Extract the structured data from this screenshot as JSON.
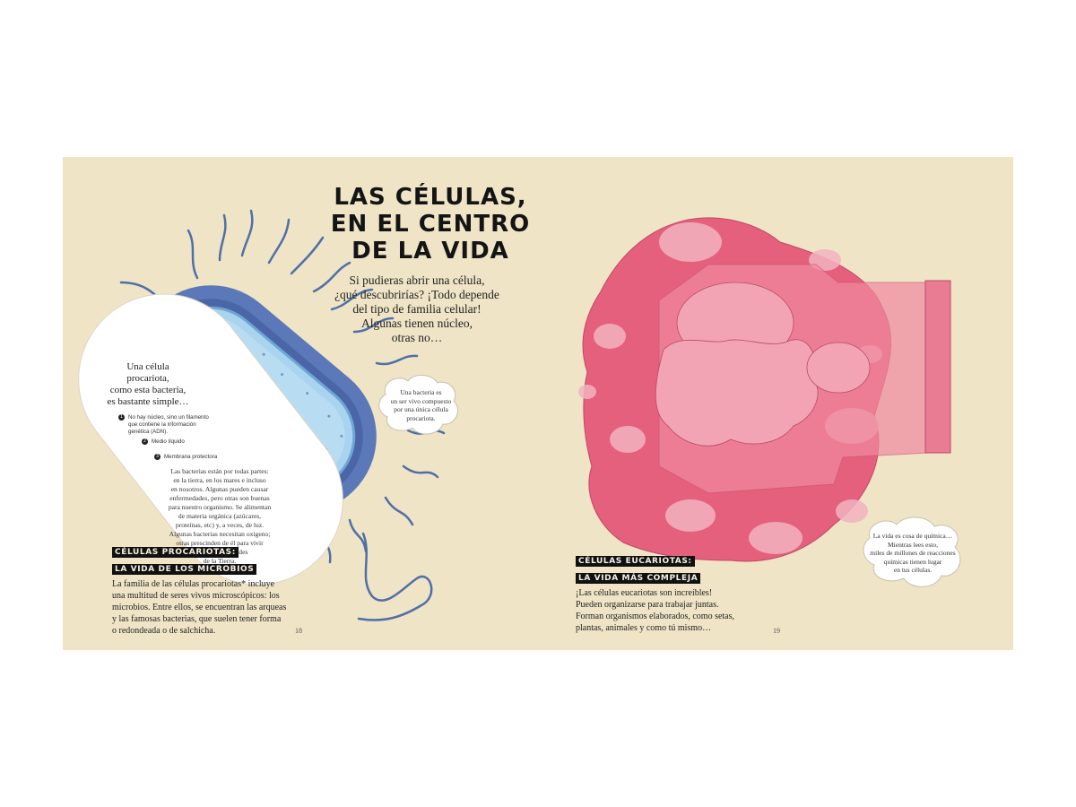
{
  "title": [
    "LAS CÉLULAS,",
    "EN EL CENTRO",
    "DE LA VIDA"
  ],
  "intro": [
    "Si pudieras abrir una célula,",
    "¿qué descubrirías? ¡Todo depende",
    "del tipo de familia celular!",
    "Algunas tienen núcleo,",
    "otras no…"
  ],
  "cloud_bacteria": [
    "Una bacteria es",
    "un ser vivo compuesto",
    "por una única célula",
    "procariota."
  ],
  "popup": {
    "title": [
      "Una célula",
      "procariota,",
      "como esta bacteria,",
      "es bastante simple…"
    ],
    "legend": [
      {
        "num": "1",
        "lines": [
          "No hay núcleo, sino un filamento",
          "que contiene la información",
          "genética (ADN)."
        ]
      },
      {
        "num": "2",
        "lines": [
          "Medio líquido"
        ]
      },
      {
        "num": "3",
        "lines": [
          "Membrana protectora"
        ]
      }
    ],
    "paragraph": [
      "Las bacterias están por todas partes:",
      "en la tierra, en los mares e incluso",
      "en nosotros. Algunas pueden causar",
      "enfermedades, pero otras son buenas",
      "para nuestro organismo. Se alimentan",
      "de materia orgánica (azúcares,",
      "proteínas, etc) y, a veces, de luz.",
      "Algunas bacterias necesitan oxígeno;",
      "otras prescinden de él para vivir",
      "en las profundidades",
      "de la Tierra."
    ]
  },
  "left_section": {
    "heading": [
      "CÉLULAS PROCARIOTAS:",
      "LA VIDA DE LOS MICROBIOS"
    ],
    "body": [
      "La familia de las células procariotas* incluye",
      "una multitud de seres vivos microscópicos: los",
      "microbios. Entre ellos, se encuentran las arqueas",
      "y las famosas bacterias, que suelen tener forma",
      "o redondeada o de salchicha."
    ]
  },
  "right_section": {
    "heading": [
      "CÉLULAS EUCARIOTAS:",
      "LA VIDA MÁS COMPLEJA"
    ],
    "body": [
      "¡Las células eucariotas son increíbles!",
      "Pueden organizarse para trabajar juntas.",
      "Forman organismos elaborados, como setas,",
      "plantas, animales y como tú mismo…"
    ]
  },
  "cloud_chem": [
    "La vida es cosa de química…",
    "Mientras lees esto,",
    "miles de millones de reacciones",
    "químicas tienen lugar",
    "en tus células."
  ],
  "page_left": "18",
  "page_right": "19",
  "colors": {
    "paper": "#efe4c6",
    "bacteria_blue": "#5b78b8",
    "cytoplasm": "#a9d3ee",
    "dna": "#d8567a",
    "cell_pink": "#e4607c"
  }
}
